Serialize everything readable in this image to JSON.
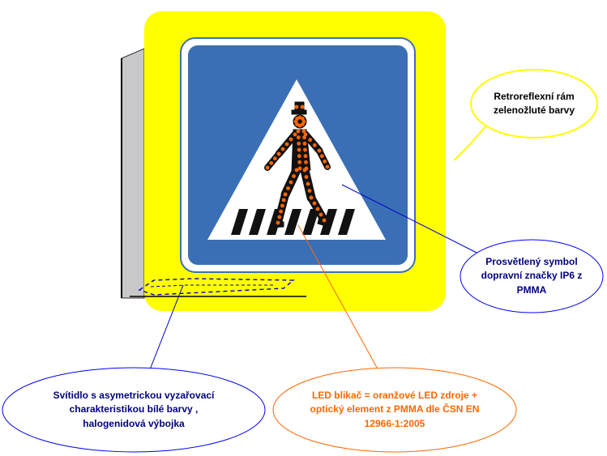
{
  "callouts": {
    "frame": {
      "lines": [
        "Retroreflexní rám",
        "zelenožluté barvy"
      ],
      "text_color": "#000000",
      "border_color": "#ffff00"
    },
    "symbol": {
      "lines": [
        "Prosvětlený symbol",
        "dopravní značky IP6 z",
        "PMMA"
      ],
      "text_color": "#000080",
      "border_color": "#0000ff"
    },
    "lamp": {
      "lines": [
        "Svítidlo s asymetrickou vyzařovací",
        "charakteristikou bílé barvy ,",
        "halogenidová výbojka"
      ],
      "text_color": "#000080",
      "border_color": "#0000ff"
    },
    "led": {
      "lines": [
        "LED blikač = oranžové LED zdroje +",
        "optický element z PMMA dle ČSN EN",
        "12966-1:2005"
      ],
      "text_color": "#ff6600",
      "border_color": "#ff6600"
    }
  },
  "colors": {
    "frame_yellow": "#ffff00",
    "sign_blue": "#3a6fb5",
    "sign_white": "#ffffff",
    "pedestrian_body": "#111111",
    "led_orange": "#ff6600",
    "housing_gray": "#c8c8c8"
  },
  "icons": {
    "sign": "pedestrian-crossing-sign-ip6-icon",
    "figure": "walking-pedestrian-icon"
  }
}
